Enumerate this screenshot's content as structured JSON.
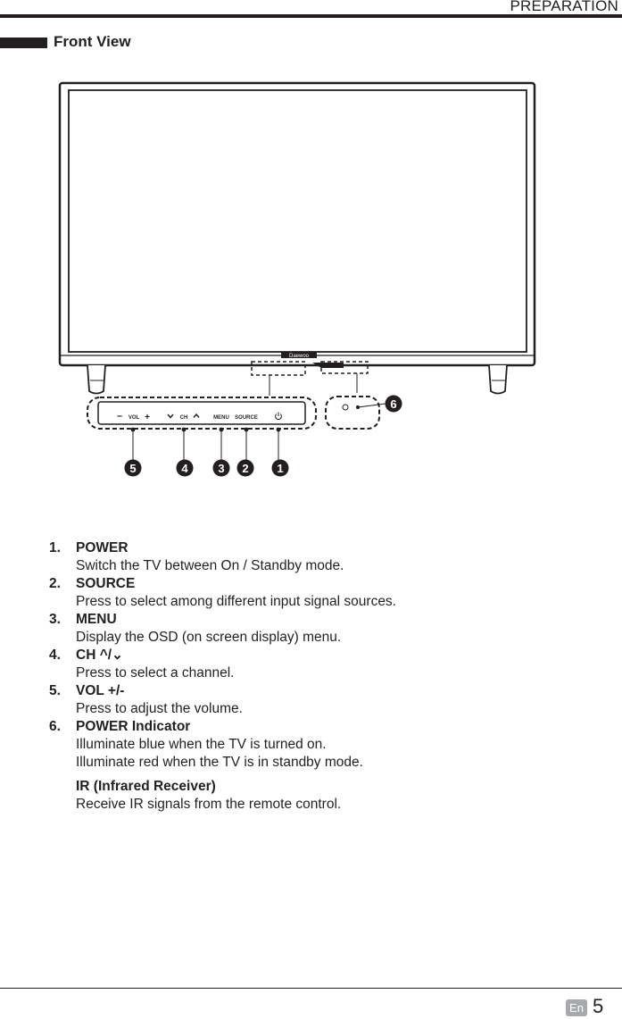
{
  "header": {
    "title": "PREPARATION"
  },
  "section": {
    "title": "Front View"
  },
  "diagram": {
    "brand_mark": "Daewoo",
    "panel_labels": {
      "vol": "VOL",
      "ch": "CH",
      "menu": "MENU",
      "source": "SOURCE"
    },
    "callouts": [
      "1",
      "2",
      "3",
      "4",
      "5",
      "6"
    ],
    "callout_color": "#231f20"
  },
  "items": [
    {
      "number": "1.",
      "title": "POWER",
      "description": "Switch the TV between On / Standby mode."
    },
    {
      "number": "2.",
      "title": "SOURCE",
      "description": "Press to select among different input signal sources."
    },
    {
      "number": "3.",
      "title": "MENU",
      "description": "Display the OSD (on screen display) menu."
    },
    {
      "number": "4.",
      "title": "CH  ^/⌄",
      "description": "Press to select a channel."
    },
    {
      "number": "5.",
      "title": "VOL +/-",
      "description": "Press to adjust the volume."
    },
    {
      "number": "6.",
      "title": "POWER Indicator",
      "description": "Illuminate blue when the TV is turned on.",
      "description2": "Illuminate red when the TV is in standby mode."
    }
  ],
  "ir": {
    "title": "IR (Infrared Receiver)",
    "description": "Receive IR signals from the remote control."
  },
  "footer": {
    "language": "En",
    "page_number": "5"
  }
}
